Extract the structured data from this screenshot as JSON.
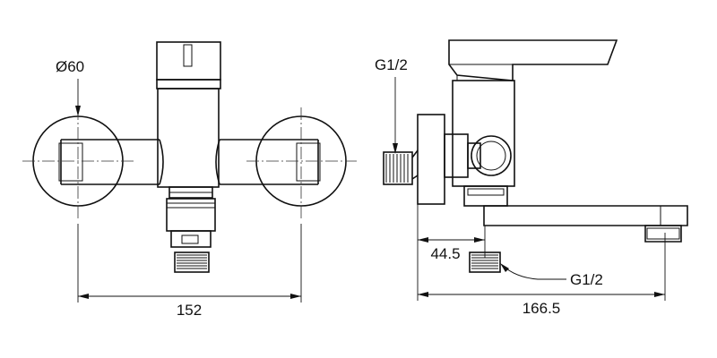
{
  "front_view": {
    "diameter_label": "Ø60",
    "width_label": "152"
  },
  "side_view": {
    "top_thread_label": "G1/2",
    "offset_label": "44.5",
    "bottom_thread_label": "G1/2",
    "depth_label": "166.5"
  }
}
